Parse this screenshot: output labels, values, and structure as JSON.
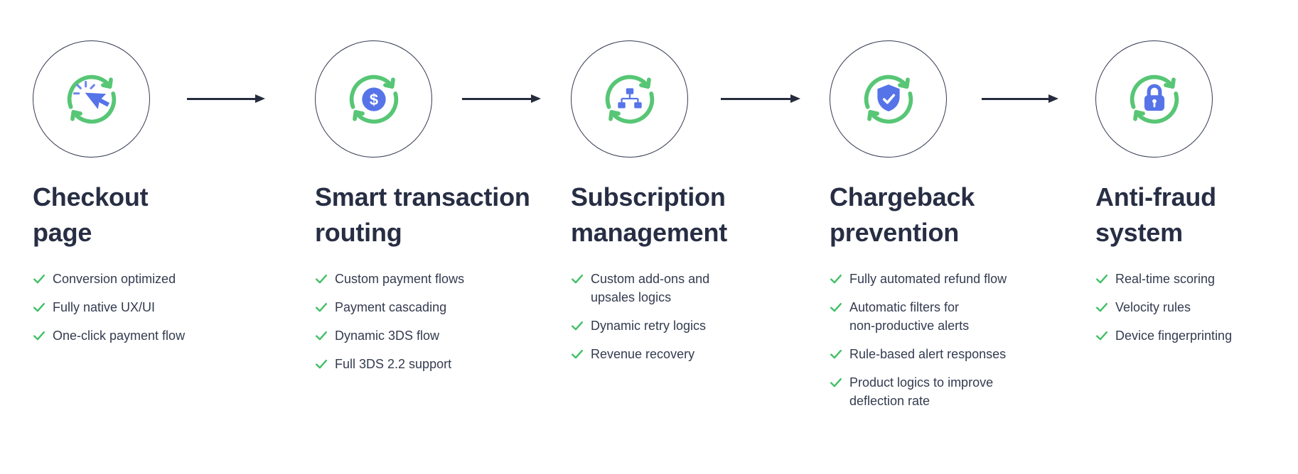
{
  "page": {
    "background": "#ffffff"
  },
  "colors": {
    "green_arrows": "#57c675",
    "green_check": "#41c066",
    "blue_glyph": "#5674e8",
    "blue_light": "#7288ee",
    "circle_border": "#343b52",
    "flow_arrow": "#262c3d",
    "title_text": "#272e44",
    "body_text": "#333b4f"
  },
  "steps": [
    {
      "icon": "cursor-click",
      "title": "Checkout\npage",
      "items": [
        "Conversion optimized",
        "Fully native UX/UI",
        "One-click payment flow"
      ]
    },
    {
      "icon": "dollar-sync",
      "title": "Smart transaction\nrouting",
      "items": [
        "Custom payment flows",
        "Payment cascading",
        "Dynamic 3DS flow",
        "Full 3DS 2.2 support"
      ]
    },
    {
      "icon": "hierarchy",
      "title": "Subscription\nmanagement",
      "items": [
        "Custom add-ons and\nupsales logics",
        "Dynamic retry logics",
        "Revenue recovery"
      ]
    },
    {
      "icon": "shield-check",
      "title": "Chargeback\nprevention",
      "items": [
        "Fully automated refund flow",
        "Automatic filters for\nnon-productive alerts",
        "Rule-based alert responses",
        "Product logics to improve\ndeflection rate"
      ]
    },
    {
      "icon": "lock",
      "title": "Anti-fraud\nsystem",
      "items": [
        "Real-time scoring",
        "Velocity rules",
        "Device fingerprinting"
      ]
    }
  ]
}
